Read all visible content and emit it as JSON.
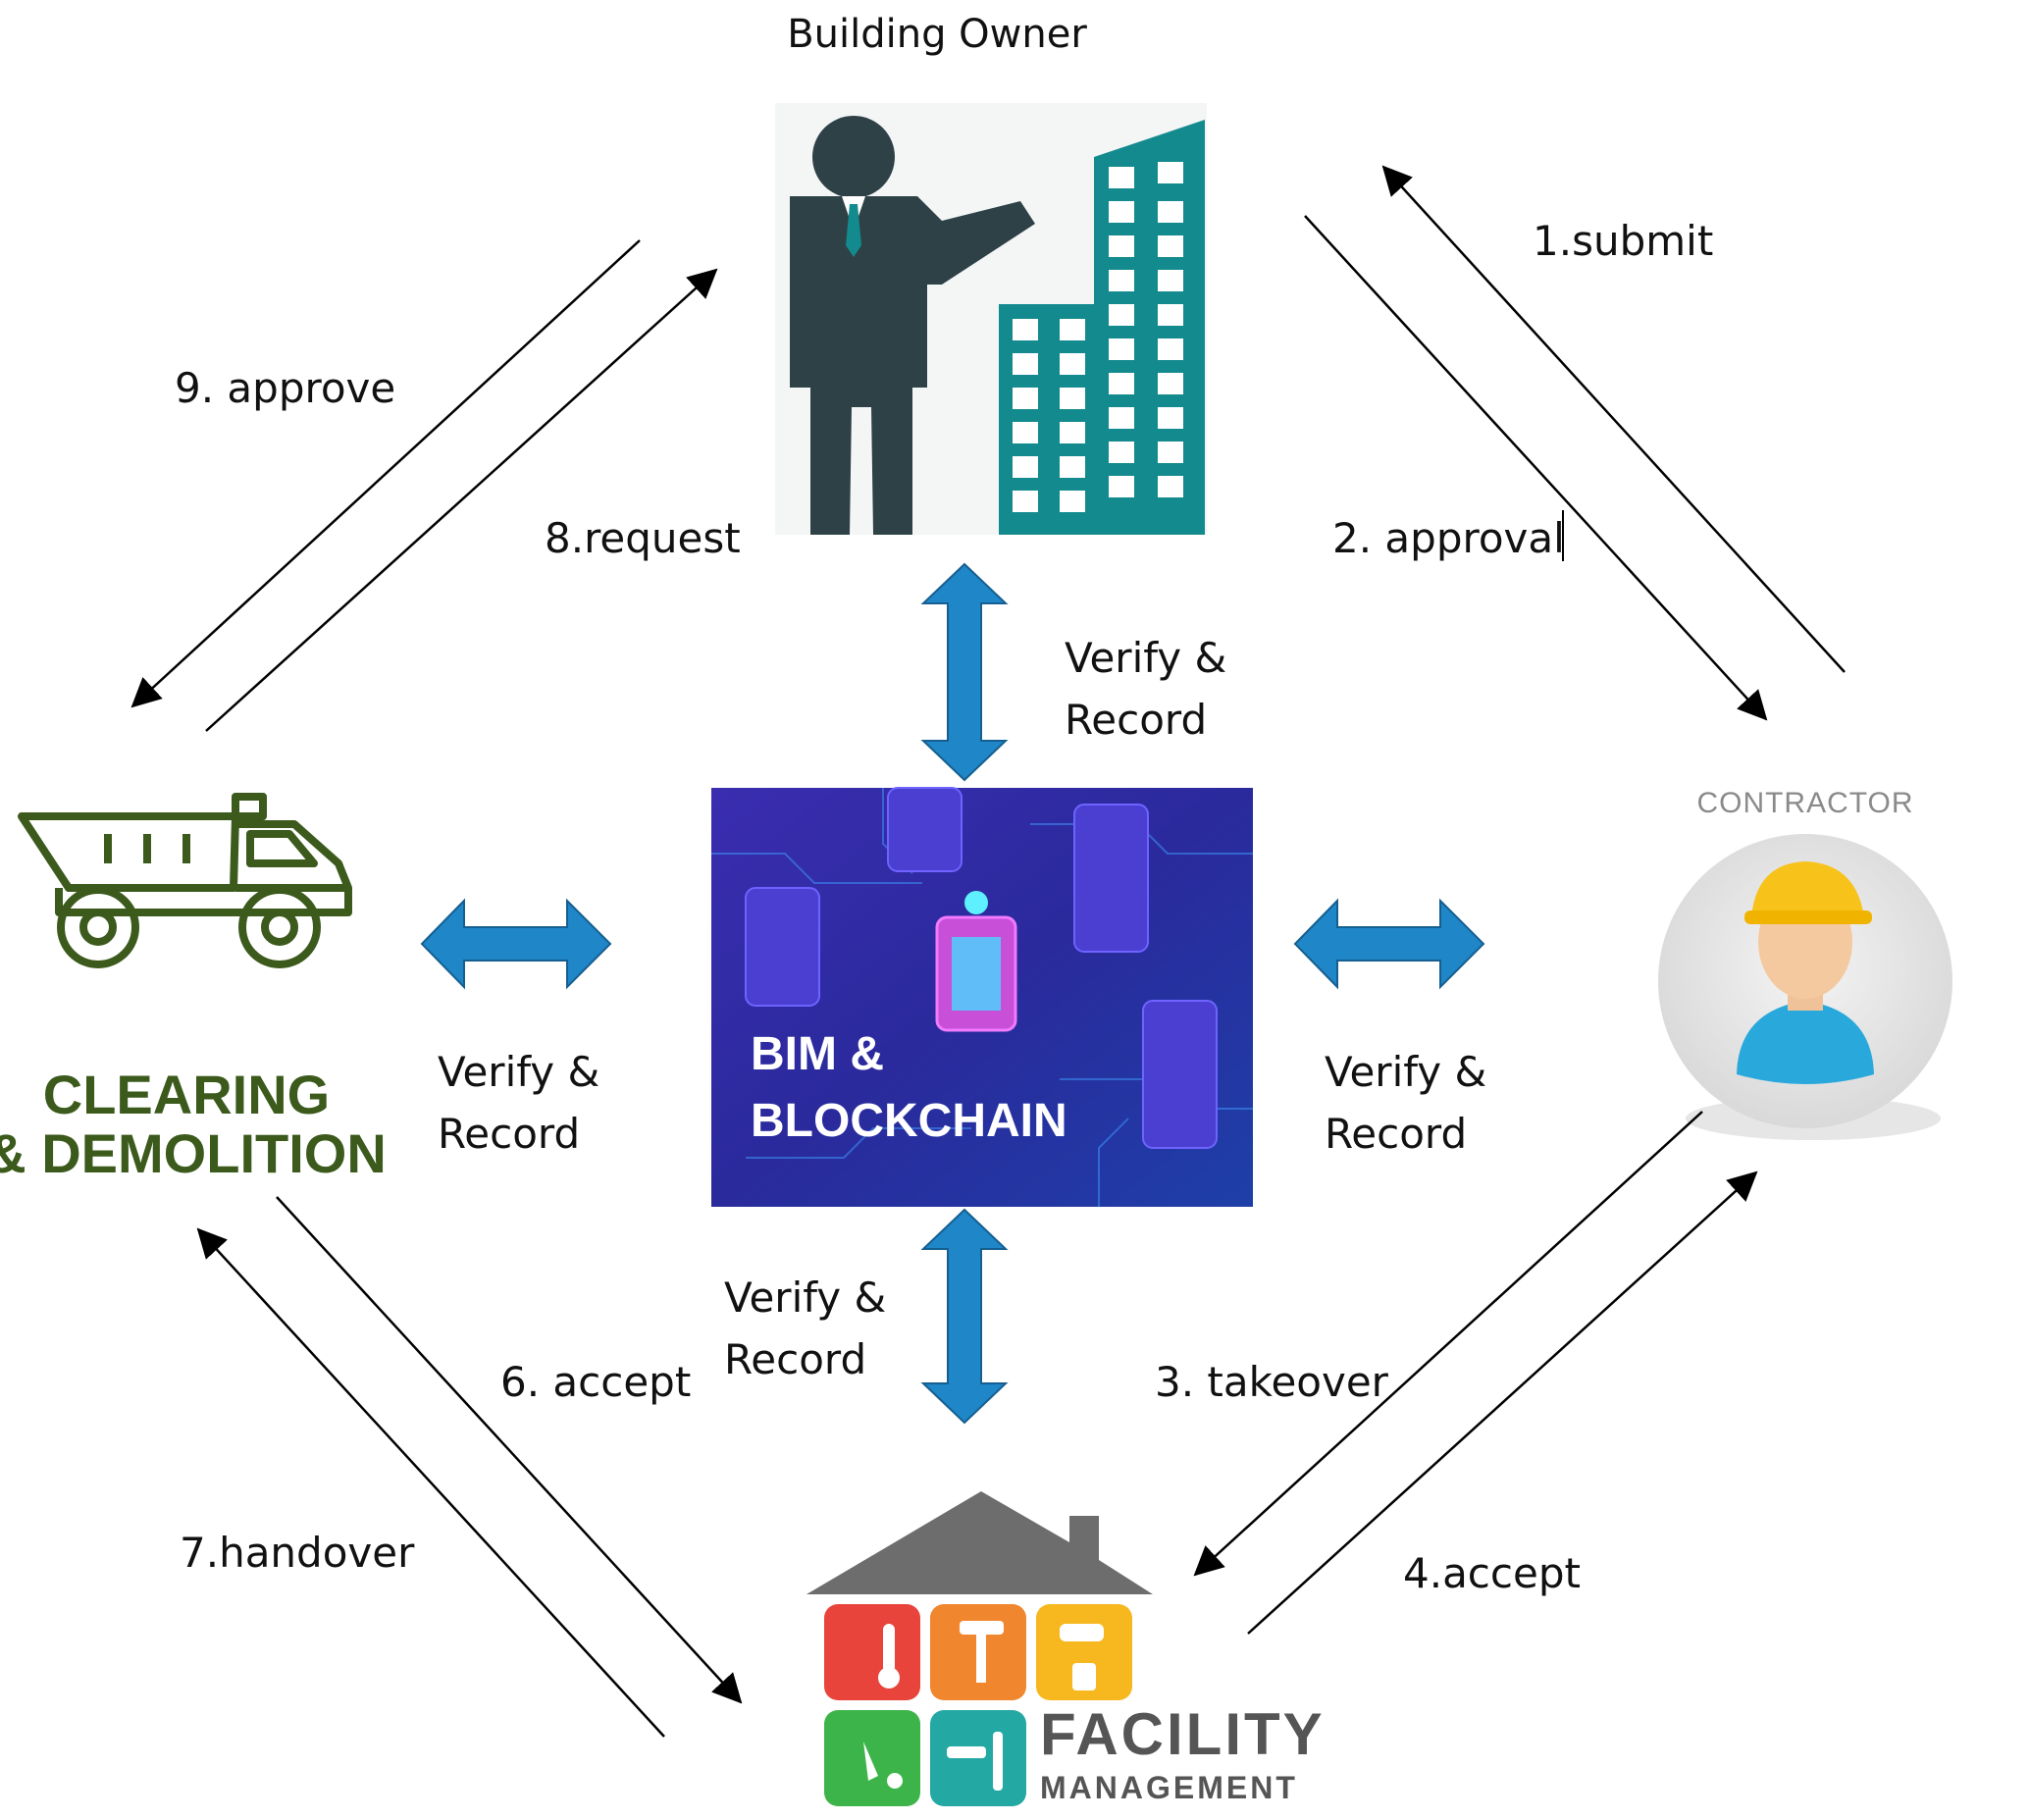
{
  "nodes": {
    "owner": {
      "title": "Building Owner"
    },
    "contractor": {
      "title": "CONTRACTOR"
    },
    "demolition": {
      "line1": "CLEARING",
      "line2": "& DEMOLITION"
    },
    "blockchain": {
      "line1": "BIM &",
      "line2": "BLOCKCHAIN"
    },
    "facility": {
      "line1": "FACILITY",
      "line2": "MANAGEMENT"
    }
  },
  "flows": {
    "submit": "1.submit",
    "approval": "2. approval",
    "takeover": "3. takeover",
    "accept4": "4.accept",
    "accept6": "6. accept",
    "handover": "7.handover",
    "request": "8.request",
    "approve": "9. approve"
  },
  "verify": {
    "top": {
      "l1": "Verify &",
      "l2": "Record"
    },
    "left": {
      "l1": "Verify &",
      "l2": "Record"
    },
    "right": {
      "l1": "Verify &",
      "l2": "Record"
    },
    "bottom": {
      "l1": "Verify &",
      "l2": "Record"
    }
  },
  "colors": {
    "arrow_blue": "#1f86c8",
    "teal": "#138a8e",
    "owner_dark": "#2e4146",
    "demolition_green": "#3b5a1c",
    "blockchain_bg": "#2d2a9a"
  }
}
